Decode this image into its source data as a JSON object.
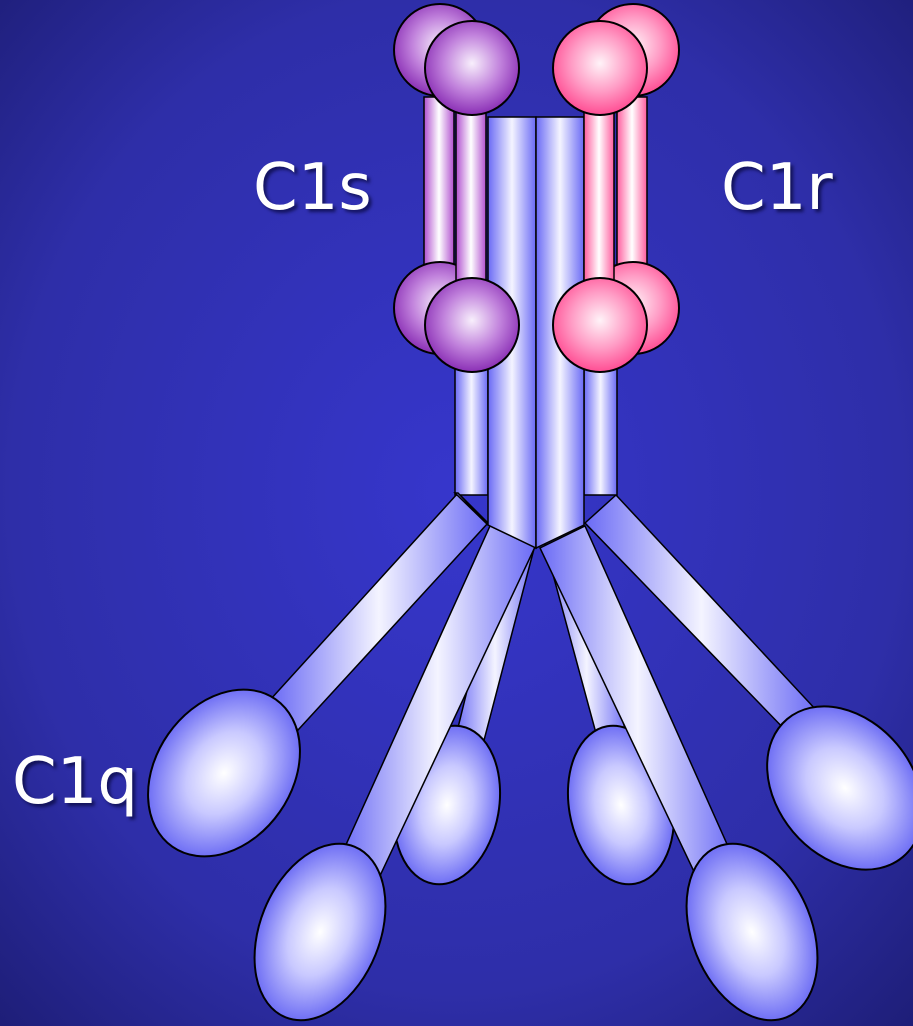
{
  "labels": {
    "c1s": "C1s",
    "c1r": "C1r",
    "c1q": "C1q"
  },
  "colors": {
    "background_center": "#3434c8",
    "background_edge": "#1c1c72",
    "c1q_blue": "#6a6af5",
    "c1q_highlight": "#ffffff",
    "c1s_purple": "#8a2fb5",
    "c1s_highlight": "#f5e9fb",
    "c1r_pink": "#ff5c9e",
    "c1r_highlight": "#fff0f6",
    "outline": "#000000"
  }
}
